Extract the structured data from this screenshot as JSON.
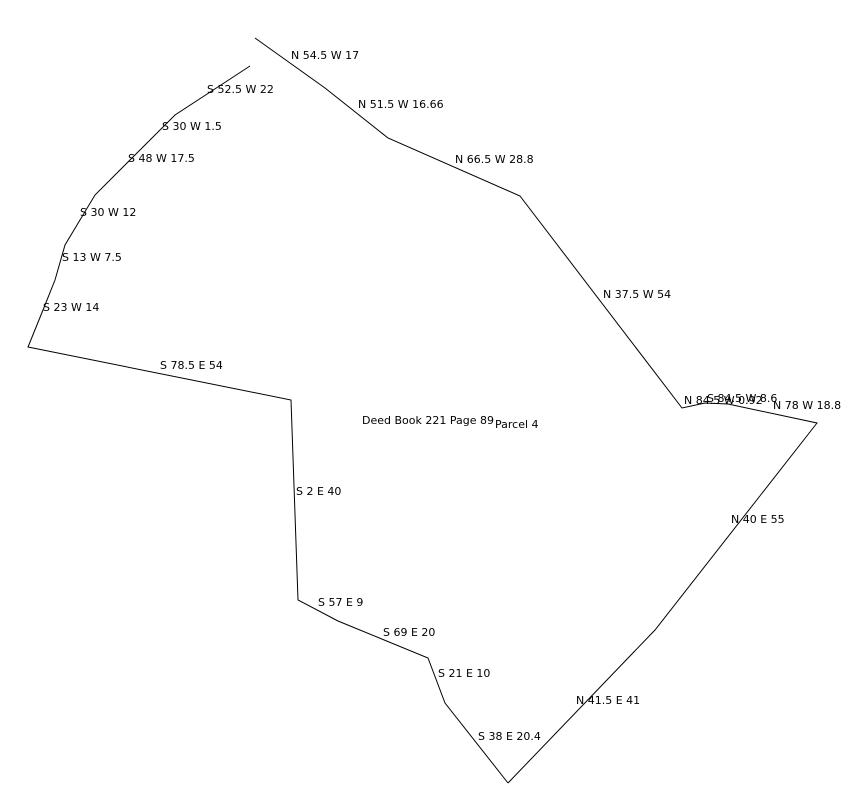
{
  "parcel": {
    "deed_label": "Deed Book 221 Page 89",
    "parcel_label": "Parcel 4"
  },
  "bearings": [
    "N 54.5 W 17",
    "S 52.5 W 22",
    "N 51.5 W 16.66",
    "S 30 W 1.5",
    "S 48 W 17.5",
    "N 66.5 W 28.8",
    "S 30 W 12",
    "S 13 W 7.5",
    "N 37.5 W 54",
    "S 23 W 14",
    "S 78.5 E 54",
    "N 84.5 W 0.92",
    "S 84.5 W 8.6",
    "N 78 W 18.8",
    "S 2 E 40",
    "N 40 E 55",
    "S 57 E 9",
    "S 69 E 20",
    "S 21 E 10",
    "N 41.5 E 41",
    "S 38 E 20.4"
  ],
  "colors": {
    "line": "#000000",
    "background": "#ffffff"
  }
}
